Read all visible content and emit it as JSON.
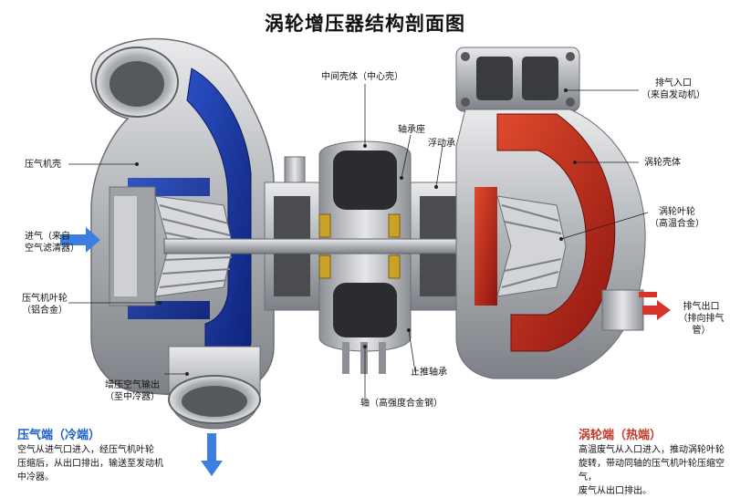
{
  "title": "涡轮增压器结构剖面图",
  "labels": {
    "compressor_housing": "压气机壳",
    "air_inlet": "进气（来自\n空气滤清器）",
    "compressor_wheel": "压气机叶轮\n（铝合金）",
    "compressed_outlet": "增压空气输出\n（至中冷器）",
    "center_housing": "中间壳体（中心壳）",
    "bearing_seat": "轴承座",
    "floating_bearing": "浮动承",
    "thrust_bearing": "止推轴承",
    "shaft": "轴（高强度合金钢）",
    "exhaust_inlet": "排气入口\n（来自发动机）",
    "turbine_housing": "涡轮壳体",
    "turbine_wheel": "涡轮叶轮\n（高温合金）",
    "exhaust_outlet": "排气出口\n（排向排气管）"
  },
  "compressor_side": {
    "heading": "压气端（冷端）",
    "description": "空气从进气口进入，经压气机叶轮\n压缩后，从出口排出，输送至发动机\n中冷器。",
    "color": "#1d5fc9"
  },
  "turbine_side": {
    "heading": "涡轮端（热端）",
    "description": "高温废气从入口进入，推动涡轮叶轮\n旋转，带动同轴的压气机叶轮压缩空气，\n废气从出口排出。",
    "color": "#c0392b"
  },
  "colors": {
    "cold": "#1f3fa8",
    "hot": "#c22a1e",
    "metal": "#b9bcc0",
    "arrow_blue": "#3d7fe0",
    "arrow_red": "#d9342b"
  }
}
